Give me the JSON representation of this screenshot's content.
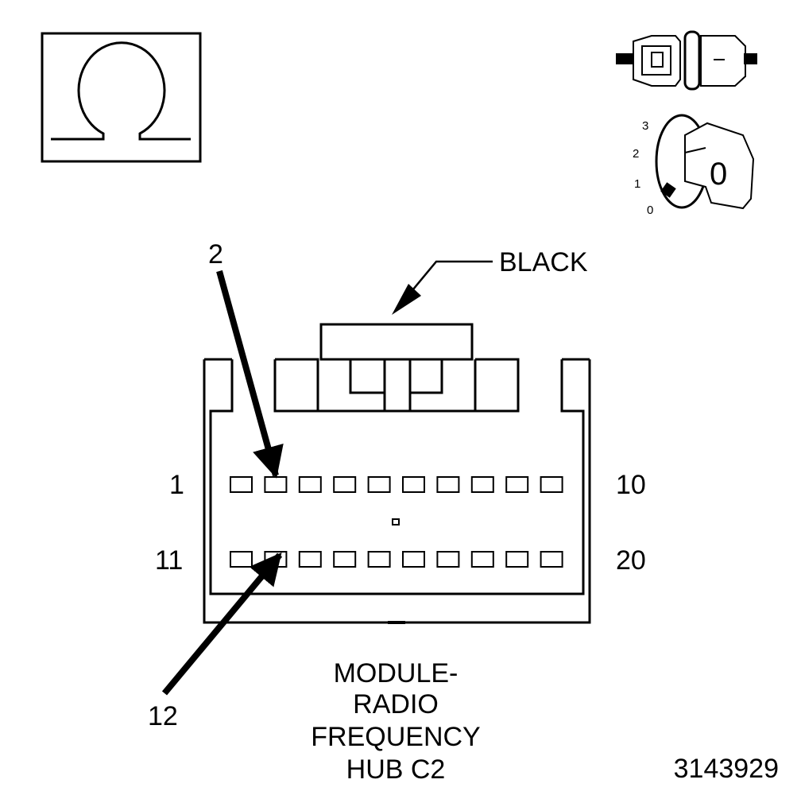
{
  "symbol": {
    "meter_icon": "ohm-symbol-icon",
    "connector_icon": "disconnected-connector-icon",
    "ignition_icon": "ignition-key-off-icon",
    "ignition_positions": [
      "3",
      "2",
      "1",
      "0"
    ],
    "ignition_key_label": "0"
  },
  "connector": {
    "color_label": "BLACK",
    "callouts": {
      "top": "2",
      "bottom": "12"
    },
    "row_labels": {
      "top_left": "1",
      "top_right": "10",
      "bottom_left": "11",
      "bottom_right": "20"
    },
    "pins_per_row": 10,
    "highlighted_pins": [
      2,
      12
    ],
    "title_lines": [
      "MODULE-",
      "RADIO",
      "FREQUENCY",
      "HUB C2"
    ]
  },
  "figure_id": "3143929"
}
